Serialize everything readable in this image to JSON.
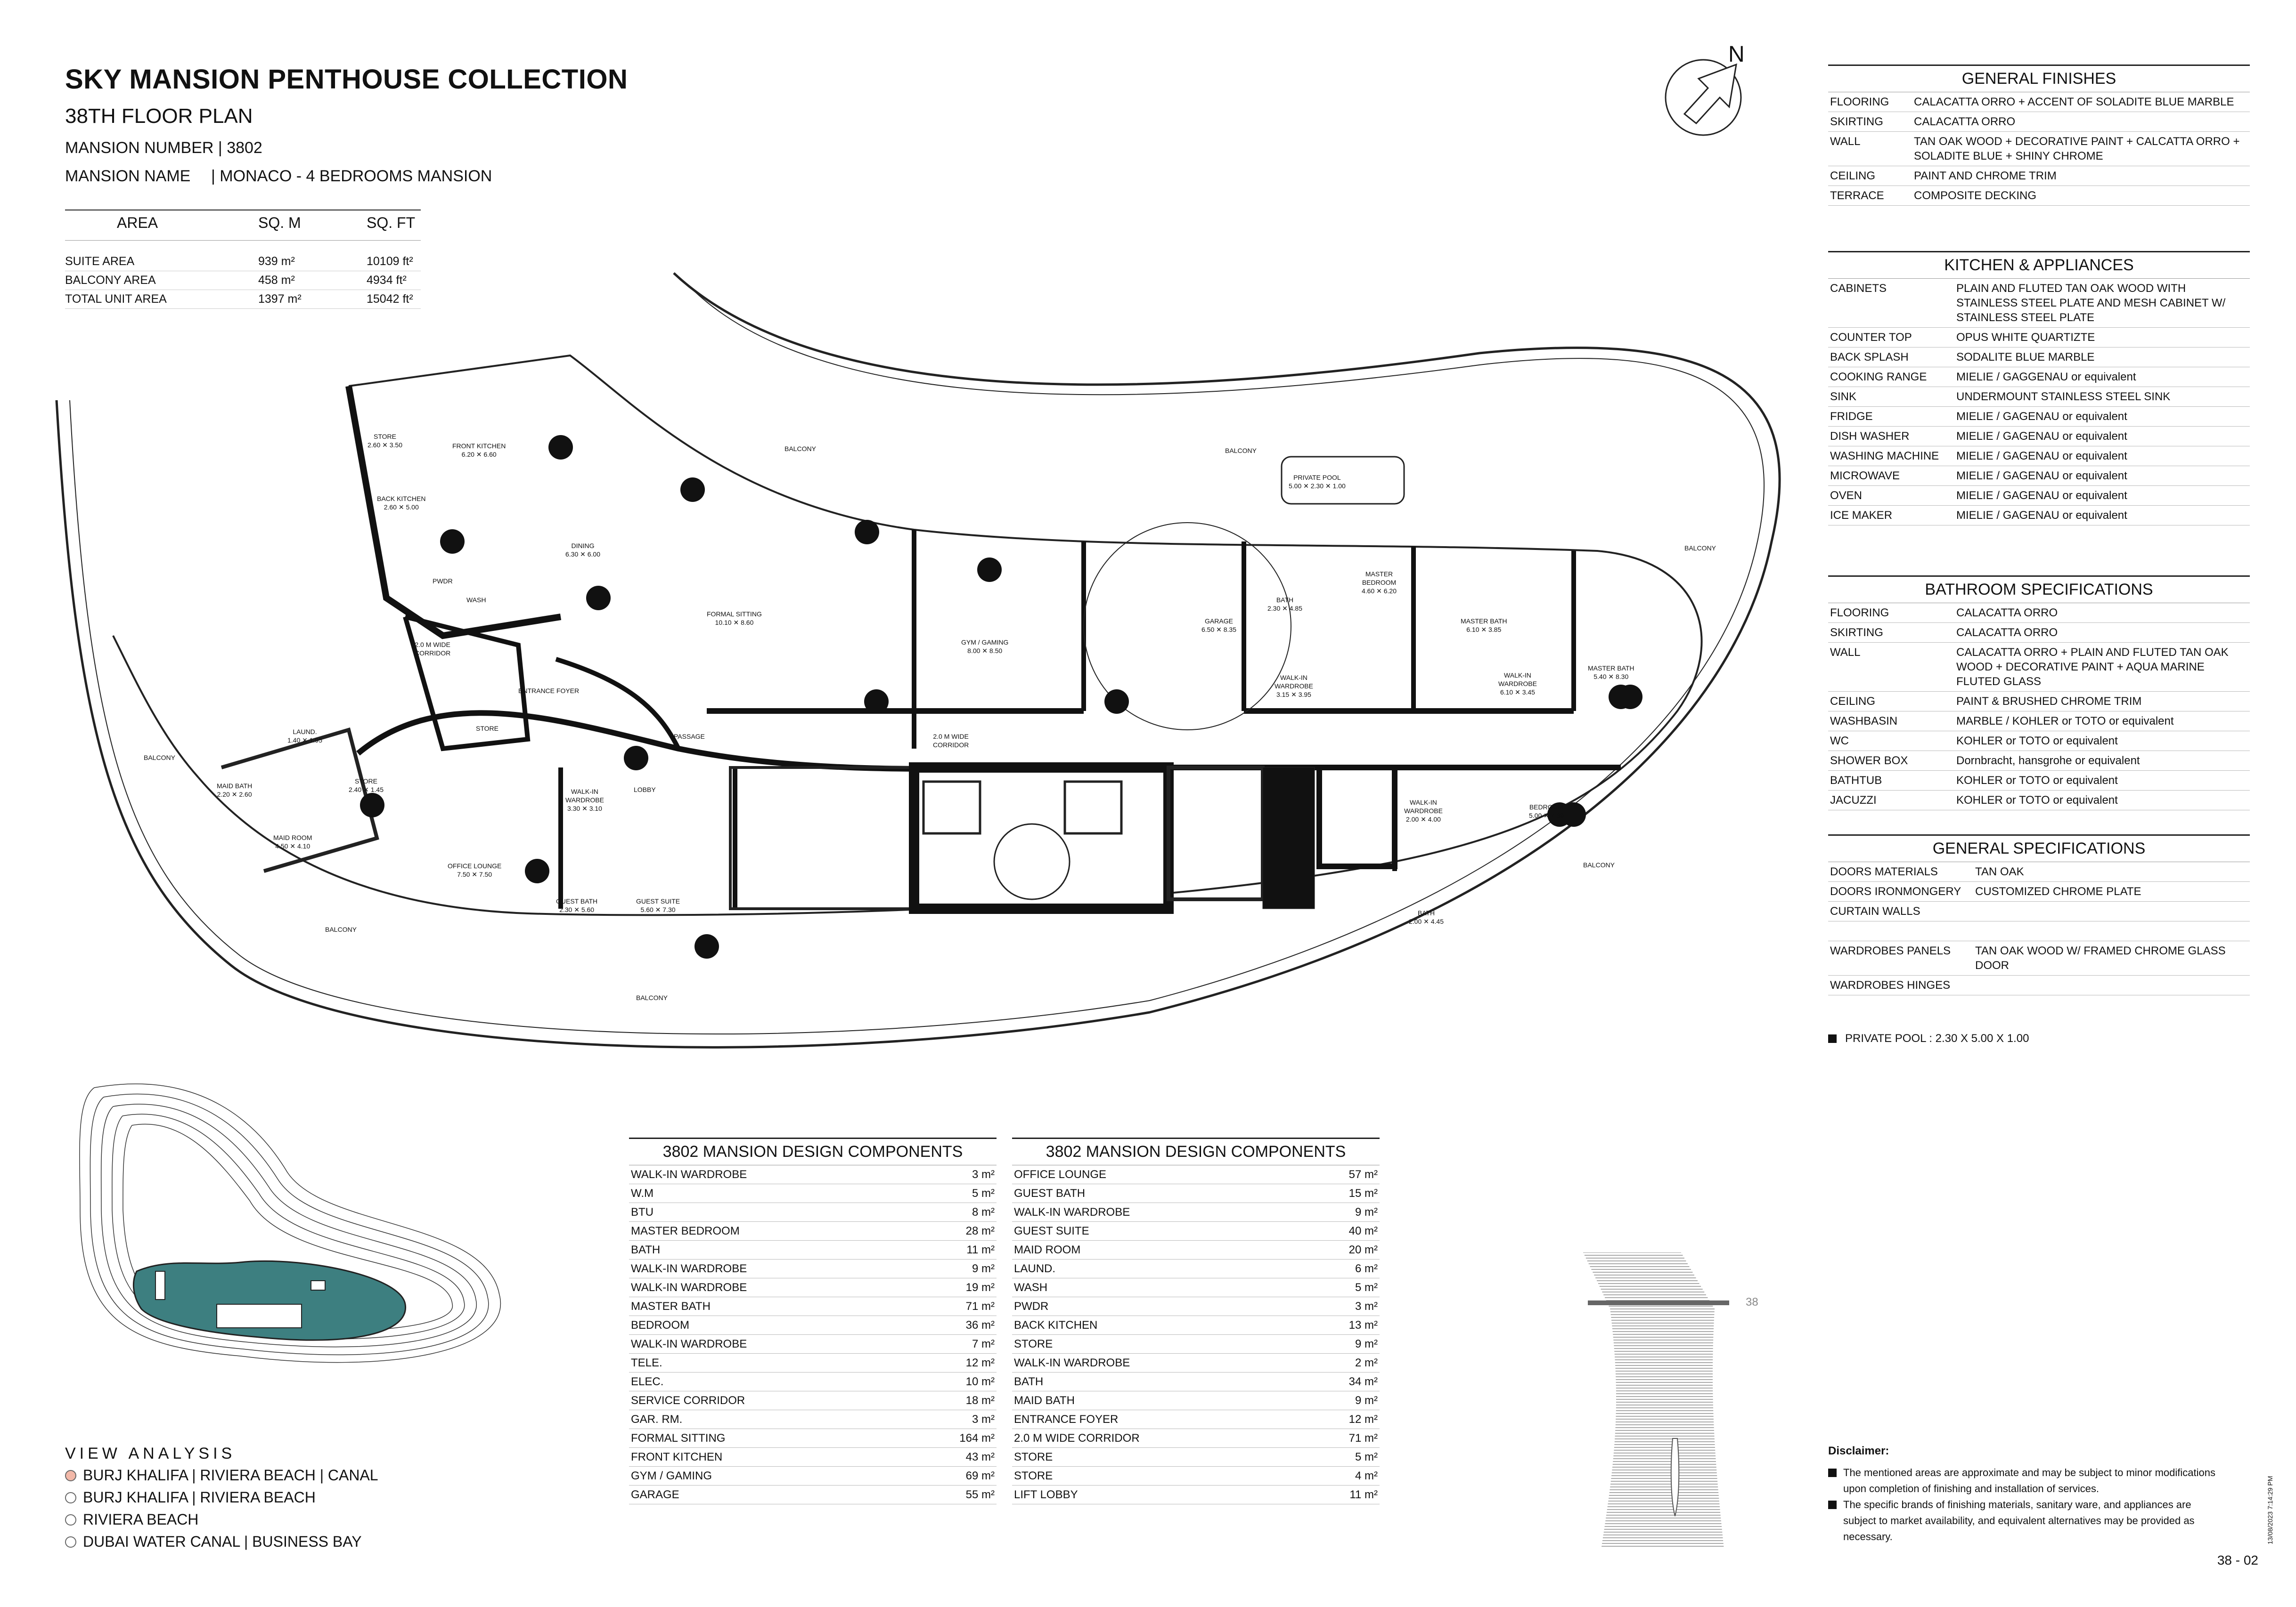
{
  "header": {
    "title": "SKY MANSION PENTHOUSE COLLECTION",
    "subtitle": "38TH FLOOR PLAN",
    "mansion_number_label": "MANSION NUMBER",
    "mansion_number": "| 3802",
    "mansion_name_label": "MANSION NAME",
    "mansion_name": "| MONACO - 4 BEDROOMS MANSION"
  },
  "area_table": {
    "headers": [
      "AREA",
      "SQ. M",
      "SQ. FT"
    ],
    "rows": [
      {
        "area": "SUITE AREA",
        "sqm": "939 m²",
        "sqft": "10109 ft²"
      },
      {
        "area": "BALCONY AREA",
        "sqm": "458 m²",
        "sqft": "4934 ft²"
      },
      {
        "area": "TOTAL UNIT AREA",
        "sqm": "1397 m²",
        "sqft": "15042 ft²"
      }
    ]
  },
  "compass": {
    "label": "N"
  },
  "general_finishes": {
    "title": "GENERAL FINISHES",
    "rows": [
      {
        "k": "FLOORING",
        "v": "CALACATTA ORRO + ACCENT OF SOLADITE BLUE MARBLE"
      },
      {
        "k": "SKIRTING",
        "v": "CALACATTA ORRO"
      },
      {
        "k": "WALL",
        "v": "TAN OAK WOOD + DECORATIVE PAINT + CALCATTA ORRO + SOLADITE BLUE + SHINY CHROME"
      },
      {
        "k": "CEILING",
        "v": "PAINT AND CHROME TRIM"
      },
      {
        "k": "TERRACE",
        "v": "COMPOSITE DECKING"
      }
    ]
  },
  "kitchen": {
    "title": "KITCHEN & APPLIANCES",
    "rows": [
      {
        "k": "CABINETS",
        "v": "PLAIN AND FLUTED TAN OAK WOOD WITH STAINLESS STEEL PLATE AND MESH CABINET W/ STAINLESS STEEL PLATE"
      },
      {
        "k": "COUNTER TOP",
        "v": "OPUS WHITE QUARTIZTE"
      },
      {
        "k": "BACK SPLASH",
        "v": "SODALITE BLUE MARBLE"
      },
      {
        "k": "COOKING RANGE",
        "v": "MIELIE / GAGGENAU or equivalent"
      },
      {
        "k": "SINK",
        "v": "UNDERMOUNT STAINLESS STEEL SINK"
      },
      {
        "k": "FRIDGE",
        "v": "MIELIE / GAGENAU or equivalent"
      },
      {
        "k": "DISH WASHER",
        "v": "MIELIE / GAGENAU or equivalent"
      },
      {
        "k": "WASHING MACHINE",
        "v": "MIELIE / GAGENAU or equivalent"
      },
      {
        "k": "MICROWAVE",
        "v": "MIELIE / GAGENAU or equivalent"
      },
      {
        "k": "OVEN",
        "v": "MIELIE / GAGENAU or equivalent"
      },
      {
        "k": "ICE MAKER",
        "v": "MIELIE / GAGENAU or equivalent"
      }
    ]
  },
  "bathroom": {
    "title": "BATHROOM SPECIFICATIONS",
    "rows": [
      {
        "k": "FLOORING",
        "v": "CALACATTA ORRO"
      },
      {
        "k": "SKIRTING",
        "v": "CALACATTA ORRO"
      },
      {
        "k": "WALL",
        "v": "CALACATTA ORRO + PLAIN AND FLUTED TAN OAK WOOD + DECORATIVE PAINT + AQUA MARINE FLUTED GLASS"
      },
      {
        "k": "CEILING",
        "v": "PAINT & BRUSHED CHROME TRIM"
      },
      {
        "k": "WASHBASIN",
        "v": "MARBLE / KOHLER or TOTO or equivalent"
      },
      {
        "k": "WC",
        "v": "KOHLER or TOTO or equivalent"
      },
      {
        "k": "SHOWER BOX",
        "v": "Dornbracht, hansgrohe or equivalent"
      },
      {
        "k": "BATHTUB",
        "v": "KOHLER or TOTO or equivalent"
      },
      {
        "k": "JACUZZI",
        "v": "KOHLER or TOTO or equivalent"
      }
    ]
  },
  "general_specs": {
    "title": "GENERAL SPECIFICATIONS",
    "rows": [
      {
        "k": "DOORS MATERIALS",
        "v": "TAN OAK"
      },
      {
        "k": "DOORS IRONMONGERY",
        "v": "CUSTOMIZED CHROME PLATE"
      },
      {
        "k": "CURTAIN WALLS",
        "v": ""
      },
      {
        "k": "",
        "v": ""
      },
      {
        "k": "WARDROBES PANELS",
        "v": "TAN OAK WOOD W/ FRAMED CHROME GLASS DOOR"
      },
      {
        "k": "WARDROBES HINGES",
        "v": ""
      }
    ]
  },
  "pool_note": "PRIVATE POOL :  2.30 X 5.00 X 1.00",
  "components_left": {
    "title": "3802 MANSION DESIGN COMPONENTS",
    "rows": [
      {
        "k": "WALK-IN WARDROBE",
        "v": "3 m²"
      },
      {
        "k": "W.M",
        "v": "5 m²"
      },
      {
        "k": "BTU",
        "v": "8 m²"
      },
      {
        "k": "MASTER BEDROOM",
        "v": "28 m²"
      },
      {
        "k": "BATH",
        "v": "11 m²"
      },
      {
        "k": "WALK-IN WARDROBE",
        "v": "9 m²"
      },
      {
        "k": "WALK-IN WARDROBE",
        "v": "19 m²"
      },
      {
        "k": "MASTER BATH",
        "v": "71 m²"
      },
      {
        "k": "BEDROOM",
        "v": "36 m²"
      },
      {
        "k": "WALK-IN WARDROBE",
        "v": "7 m²"
      },
      {
        "k": "TELE.",
        "v": "12 m²"
      },
      {
        "k": "ELEC.",
        "v": "10 m²"
      },
      {
        "k": "SERVICE CORRIDOR",
        "v": "18 m²"
      },
      {
        "k": "GAR. RM.",
        "v": "3 m²"
      },
      {
        "k": "FORMAL SITTING",
        "v": "164 m²"
      },
      {
        "k": "FRONT KITCHEN",
        "v": "43 m²"
      },
      {
        "k": "GYM / GAMING",
        "v": "69 m²"
      },
      {
        "k": "GARAGE",
        "v": "55 m²"
      }
    ]
  },
  "components_right": {
    "title": "3802 MANSION DESIGN COMPONENTS",
    "rows": [
      {
        "k": "OFFICE LOUNGE",
        "v": "57 m²"
      },
      {
        "k": "GUEST BATH",
        "v": "15 m²"
      },
      {
        "k": "WALK-IN WARDROBE",
        "v": "9 m²"
      },
      {
        "k": "GUEST SUITE",
        "v": "40 m²"
      },
      {
        "k": "MAID ROOM",
        "v": "20 m²"
      },
      {
        "k": "LAUND.",
        "v": "6 m²"
      },
      {
        "k": "WASH",
        "v": "5 m²"
      },
      {
        "k": "PWDR",
        "v": "3 m²"
      },
      {
        "k": "BACK KITCHEN",
        "v": "13 m²"
      },
      {
        "k": "STORE",
        "v": "9 m²"
      },
      {
        "k": "WALK-IN WARDROBE",
        "v": "2 m²"
      },
      {
        "k": "BATH",
        "v": "34 m²"
      },
      {
        "k": "MAID BATH",
        "v": "9 m²"
      },
      {
        "k": "ENTRANCE FOYER",
        "v": "12 m²"
      },
      {
        "k": "2.0 M WIDE CORRIDOR",
        "v": "71 m²"
      },
      {
        "k": "STORE",
        "v": "5 m²"
      },
      {
        "k": "STORE",
        "v": "4 m²"
      },
      {
        "k": "LIFT LOBBY",
        "v": "11 m²"
      }
    ]
  },
  "view_analysis": {
    "title": "VIEW ANALYSIS",
    "items": [
      {
        "label": "BURJ KHALIFA | RIVIERA BEACH | CANAL",
        "active": true
      },
      {
        "label": "BURJ KHALIFA | RIVIERA BEACH",
        "active": false
      },
      {
        "label": "RIVIERA BEACH",
        "active": false
      },
      {
        "label": "DUBAI WATER CANAL | BUSINESS BAY",
        "active": false
      }
    ],
    "active_color": "#f2b8a8",
    "highlight_color": "#3d7f80"
  },
  "elevation_floor": "38",
  "disclaimer": {
    "title": "Disclaimer:",
    "items": [
      "The mentioned areas are approximate and may be subject to minor modifications  upon completion of finishing and installation of services.",
      "The specific brands of finishing materials, sanitary ware, and appliances are subject to market availability, and equivalent alternatives may be provided as necessary."
    ]
  },
  "page_number": "38 - 02",
  "date_stamp": "13/08/2023 7:14:29 PM",
  "plan_labels": {
    "store1": "STORE\n2.60 ✕ 3.50",
    "front_kitchen": "FRONT KITCHEN\n6.20 ✕ 6.60",
    "back_kitchen": "BACK KITCHEN\n2.60 ✕ 5.00",
    "dining": "DINING\n6.30 ✕ 6.00",
    "wash": "WASH",
    "pwdr": "PWDR",
    "corridor_left": "2.0 M WIDE\nCORRIDOR",
    "entrance_foyer": "ENTRANCE FOYER",
    "store2": "STORE",
    "laund": "LAUND.\n1.40 ✕ 1.95",
    "maid_bath": "MAID BATH\n2.20 ✕ 2.60",
    "maid_room": "MAID ROOM\n4.50 ✕ 4.10",
    "store3": "STORE\n2.40 ✕ 1.45",
    "office_lounge": "OFFICE LOUNGE\n7.50 ✕ 7.50",
    "formal_sitting": "FORMAL SITTING\n10.10 ✕ 8.60",
    "gym": "GYM / GAMING\n8.00 ✕ 8.50",
    "garage": "GARAGE\n6.50 ✕ 8.35",
    "bath_mb": "BATH\n2.30 ✕ 4.85",
    "master_bedroom": "MASTER\nBEDROOM\n4.60 ✕ 6.20",
    "wiw1": "WALK-IN\nWARDROBE\n3.15 ✕ 3.95",
    "master_bath": "MASTER BATH\n6.10 ✕ 3.85",
    "wiw2": "WALK-IN\nWARDROBE\n6.10 ✕ 3.45",
    "master_bath2": "MASTER BATH\n5.40 ✕ 8.30",
    "passage": "PASSAGE",
    "corridor_mid": "2.0 M WIDE\nCORRIDOR",
    "wiw_guest": "WALK-IN\nWARDROBE\n3.30 ✕ 3.10",
    "lobby": "LOBBY",
    "guest_bath": "GUEST BATH\n2.30 ✕ 5.60",
    "guest_suite": "GUEST SUITE\n5.60 ✕ 7.30",
    "wiw_bed": "WALK-IN\nWARDROBE\n2.00 ✕ 4.00",
    "bedroom": "BEDROOM\n5.00 ✕ 7.30",
    "bath_bed": "BATH\n2.00 ✕ 4.45",
    "private_pool": "PRIVATE POOL\n5.00 ✕ 2.30 ✕ 1.00",
    "balcony": "BALCONY"
  }
}
